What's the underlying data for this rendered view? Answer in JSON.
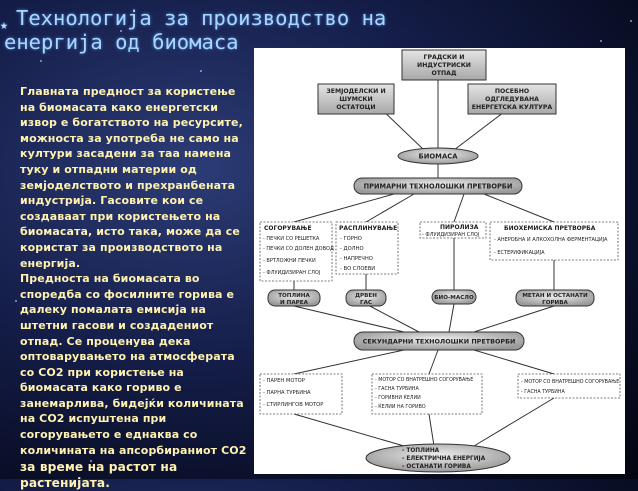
{
  "slide": {
    "title_line1": "Технологија за производство на",
    "title_line2": "енергија од биомаса",
    "body_lines": [
      "Главната предност за користење",
      "на биомасата како енергетски",
      "извор е богатството на ресурсите,",
      "можноста за употреба не само на",
      "култури засадени за таа намена",
      "туку и отпадни материи од",
      "земјоделството и прехранбената",
      "индустрија. Гасовите кои се",
      "создаваат при користењето на",
      "биомасата, исто така, може да се",
      "користат за производството на",
      "енергија.",
      "Предноста на биомасата во",
      "споредба со фосилните горива е",
      "далеку помалата емисија на",
      "штетни гасови и создадениот",
      "отпад. Се проценува дека",
      "оптоварувањето на атмосферата",
      "со CO2 при користење на",
      "биомасата како гориво е",
      "занемарлива, бидејќи количината",
      "на CO2 испуштена при",
      "согорувањето е еднаква со",
      "количината на апсорбираниот CO2"
    ],
    "body_last": "за време на растот на растенијата."
  },
  "diagram": {
    "source_top": [
      "ГРАДСКИ И",
      "ИНДУСТРИСКИ",
      "ОТПАД"
    ],
    "source_left": [
      "ЗЕМЈОДЕЛСКИ И",
      "ШУМСКИ",
      "ОСТАТОЦИ"
    ],
    "source_right": [
      "ПОСЕБНО",
      "ОДГЛЕДУВАНА",
      "ЕНЕРГЕТСКА КУЛТУРА"
    ],
    "biomass": "БИОМАСА",
    "primary": "ПРИМАРНИ ТЕХНОЛОШКИ ПРЕТВОРБИ",
    "proc1": {
      "title": "СОГОРУВАЊЕ",
      "items": [
        "- ПЕЧКИ СО РЕШЕТКА",
        "- ПЕЧКИ СО ДОЛЕН ДОВОД НА ГОРИВО",
        "- ВРТЛОЖНИ ПЕЧКИ",
        "- ФЛУИДИЗИРАН СЛОЈ"
      ]
    },
    "proc2": {
      "title": "РАСПЛИНУВАЊЕ",
      "items": [
        "- ГОРНО",
        "- ДОЛНО",
        "- НАПРЕЧНО",
        "- ВО СЛОЕВИ"
      ]
    },
    "proc3": {
      "title": "ПИРОЛИЗА",
      "items": [
        "- ФЛУИДИЗИРАН СЛОЈ"
      ]
    },
    "proc4": {
      "title": "БИОХЕМИСКА ПРЕТВОРБА",
      "items": [
        "- АНЕРОБНА И АЛКОХОЛНА ФЕРМЕНТАЦИЈА",
        "- ЕСТЕРИФИКАЦИЈА"
      ]
    },
    "prod1": [
      "ТОПЛИНА",
      "И ПАРЕА"
    ],
    "prod2": [
      "ДРВЕН",
      "ГАС"
    ],
    "prod3": [
      "БИО-МАСЛО"
    ],
    "prod4": [
      "МЕТАН И ОСТАНАТИ",
      "ГОРИВА"
    ],
    "secondary": "СЕКУНДАРНИ ТЕХНОЛОШКИ ПРЕТВОРБИ",
    "sec1": [
      "- ПАРЕН МОТОР",
      "- ПАРНА ТУРБИНА",
      "- СТИРЛИНГОВ МОТОР"
    ],
    "sec2": [
      "- МОТОР СО ВНАТРЕШНО СОГОРУВАЊЕ",
      "- ГАСНА ТУРБИНА",
      "- ГОРИВНИ ЌЕЛИИ",
      "- ЌЕЛИИ НА ГОРИВО"
    ],
    "sec3": [
      "- МОТОР СО ВНАТРЕШНО СОГОРУВАЊЕ",
      "- ГАСНА ТУРБИНА"
    ],
    "final": [
      "- ТОПЛИНА",
      "- ЕЛЕКТРИЧНА ЕНЕРГИЈА",
      "- ОСТАНАТИ ГОРИВА"
    ]
  }
}
